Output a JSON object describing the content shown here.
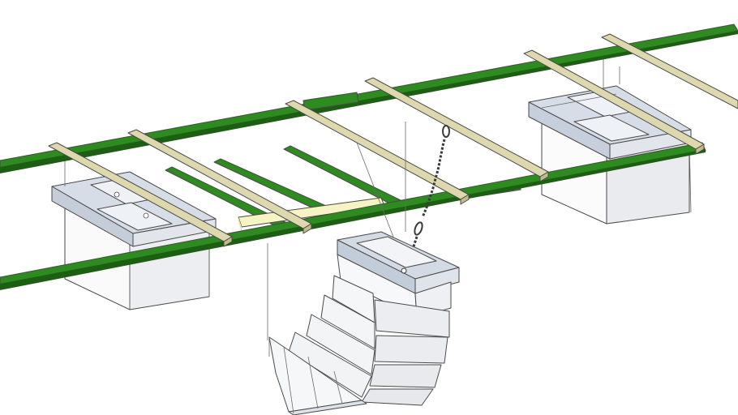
{
  "scene": {
    "background": "#ffffff",
    "rail_color": "#2e8b1f",
    "rail_dark": "#1c5e12",
    "timber_color": "#d8d3a8",
    "timber_light": "#f4f1d0",
    "highlight_timber": "#f7f4c3",
    "steel_light": "#f4f6f8",
    "steel_mid": "#d4dae2",
    "steel_blue": "#c3ccd9",
    "chain_color": "#3a3a3a",
    "parts": [
      "green-rail",
      "timber-crossbeam",
      "rectangular-duct-box",
      "curved-duct-segment",
      "lifting-chain",
      "hanger-rod"
    ]
  }
}
